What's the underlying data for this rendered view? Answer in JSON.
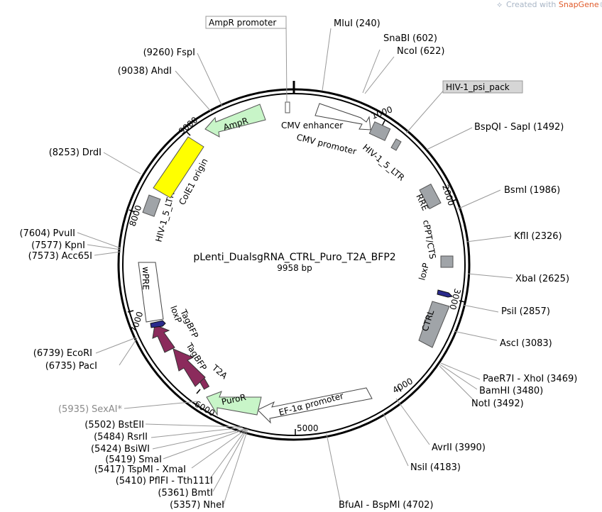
{
  "credit": {
    "prefix": "Created with ",
    "brand": "SnapGene",
    "mark": "®"
  },
  "plasmid": {
    "name": "pLenti_DualsgRNA_CTRL_Puro_T2A_BFP2",
    "size": "9958 bp"
  },
  "ticks": [
    "1000",
    "2000",
    "3000",
    "4000",
    "5000",
    "6000",
    "7000",
    "8000",
    "9000"
  ],
  "enzymes": [
    {
      "name": "MluI",
      "pos": "(240)"
    },
    {
      "name": "SnaBI",
      "pos": "(602)"
    },
    {
      "name": "NcoI",
      "pos": "(622)"
    },
    {
      "name": "BspQI - SapI",
      "pos": "(1492)"
    },
    {
      "name": "BsmI",
      "pos": "(1986)"
    },
    {
      "name": "KflI",
      "pos": "(2326)"
    },
    {
      "name": "XbaI",
      "pos": "(2625)"
    },
    {
      "name": "PsiI",
      "pos": "(2857)"
    },
    {
      "name": "AscI",
      "pos": "(3083)"
    },
    {
      "name": "PaeR7I - XhoI",
      "pos": "(3469)"
    },
    {
      "name": "BamHI",
      "pos": "(3480)"
    },
    {
      "name": "NotI",
      "pos": "(3492)"
    },
    {
      "name": "AvrII",
      "pos": "(3990)"
    },
    {
      "name": "NsiI",
      "pos": "(4183)"
    },
    {
      "name": "BfuAI - BspMI",
      "pos": "(4702)"
    },
    {
      "name": "NheI",
      "pos": "(5357)"
    },
    {
      "name": "BmtI",
      "pos": "(5361)"
    },
    {
      "name": "PflFI - Tth111I",
      "pos": "(5410)"
    },
    {
      "name": "TspMI - XmaI",
      "pos": "(5417)"
    },
    {
      "name": "SmaI",
      "pos": "(5419)"
    },
    {
      "name": "BsiWI",
      "pos": "(5424)"
    },
    {
      "name": "RsrII",
      "pos": "(5484)"
    },
    {
      "name": "BstEII",
      "pos": "(5502)"
    },
    {
      "name": "SexAI*",
      "pos": "(5935)"
    },
    {
      "name": "PacI",
      "pos": "(6735)"
    },
    {
      "name": "EcoRI",
      "pos": "(6739)"
    },
    {
      "name": "Acc65I",
      "pos": "(7573)"
    },
    {
      "name": "KpnI",
      "pos": "(7577)"
    },
    {
      "name": "PvuII",
      "pos": "(7604)"
    },
    {
      "name": "DrdI",
      "pos": "(8253)"
    },
    {
      "name": "AhdI",
      "pos": "(9038)"
    },
    {
      "name": "FspI",
      "pos": "(9260)"
    }
  ],
  "boxed_labels": {
    "ampr_promoter": "AmpR promoter",
    "hiv_psi": "HIV-1_psi_pack"
  },
  "features": {
    "cmv_enhancer": "CMV enhancer",
    "cmv_promoter": "CMV promoter",
    "hiv_5ltr_right": "HIV-1_5_LTR",
    "rre": "RRE",
    "cppt": "cPPT/CTS",
    "loxp_right": "loxP",
    "ctrl": "CTRL",
    "ef1a": "EF-1α promoter",
    "puror": "PuroR",
    "t2a": "T2A",
    "tagbfp_1": "TagBFP",
    "tagbfp_2": "TagBFP",
    "loxp_left": "loxP",
    "wpre": "wPRE",
    "hiv_5ltr_left": "HIV-1_5_LTR",
    "cole1": "ColE1 origin",
    "ampr": "AmpR"
  },
  "colors": {
    "backbone": "#000000",
    "ori": "#ffff00",
    "amp_arrow": "#c8f5c8",
    "grey_feature": "#a0a4a8",
    "tagbfp": "#8b2b5c",
    "loxp": "#2a2a8c",
    "brand": "#e05a2a"
  }
}
